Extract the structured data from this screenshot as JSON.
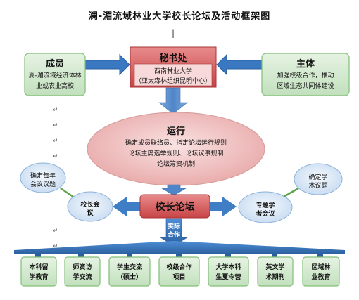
{
  "title": "澜-湄流域林业大学校长论坛及活动框架图",
  "secretariat": {
    "heading": "秘书处",
    "line1": "西南林业大学",
    "line2": "（亚太森林组织昆明中心）"
  },
  "members": {
    "heading": "成员",
    "line1": "澜-湄流域经济体林",
    "line2": "业或农业高校"
  },
  "purpose": {
    "heading": "主体",
    "line1": "加强校级合作，推动",
    "line2": "区域生态共同体建设"
  },
  "operation": {
    "heading": "运行",
    "lines": [
      "确定成员联络员、指定论坛运行规则",
      "论坛主席选举规则、论坛议事规制",
      "论坛筹资机制"
    ]
  },
  "forum": {
    "label": "校长论坛"
  },
  "presidents_meeting": {
    "line1": "校长会",
    "line2": "议"
  },
  "annual_topic": {
    "line1": "确定每年",
    "line2": "会议议题"
  },
  "expert_meeting": {
    "line1": "专题学",
    "line2": "者会议"
  },
  "academic_topic": {
    "line1": "确定学",
    "line2": "术议题"
  },
  "cooperation": {
    "line1": "实际",
    "line2": "合作"
  },
  "activities": [
    {
      "line1": "本科留",
      "line2": "学教育"
    },
    {
      "line1": "师资访",
      "line2": "学交流"
    },
    {
      "line1": "学生交流",
      "line2": "（硕士）"
    },
    {
      "line1": "校级合作",
      "line2": "项目"
    },
    {
      "line1": "大学本科",
      "line2": "生夏令营"
    },
    {
      "line1": "英文学",
      "line2": "术期刊"
    },
    {
      "line1": "区域林",
      "line2": "业教育"
    }
  ],
  "colors": {
    "green_fill": "#d3ead0",
    "green_border": "#82bf79",
    "red_fill": "#d8575a",
    "pink_fill": "#f0c4c4",
    "blue_fill": "#dbe8f6",
    "arrow_blue": "#3f7ec4",
    "connector_green": "#5fa54d"
  }
}
